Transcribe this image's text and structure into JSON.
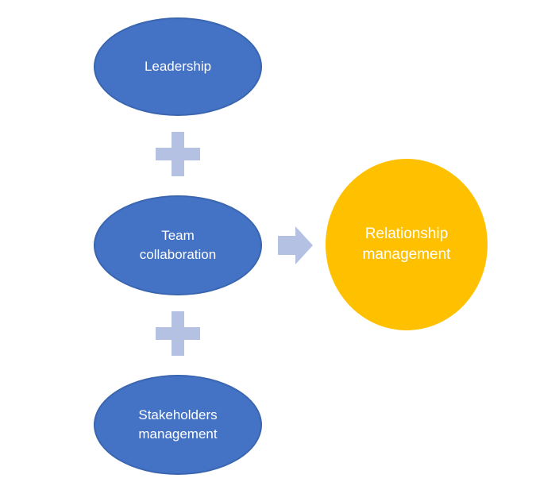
{
  "diagram": {
    "inputs": [
      {
        "id": "leadership",
        "label": "Leadership"
      },
      {
        "id": "team-collaboration",
        "label": "Team\ncollaboration"
      },
      {
        "id": "stakeholders-management",
        "label": "Stakeholders\nmanagement"
      }
    ],
    "output": {
      "id": "relationship-management",
      "label": "Relationship\nmanagement"
    },
    "connectors": {
      "between_inputs": "plus-icon",
      "to_output": "arrow-right-icon"
    },
    "colors": {
      "input_fill": "#4472c4",
      "output_fill": "#ffc000",
      "connector_fill": "#b4c1e3"
    }
  }
}
